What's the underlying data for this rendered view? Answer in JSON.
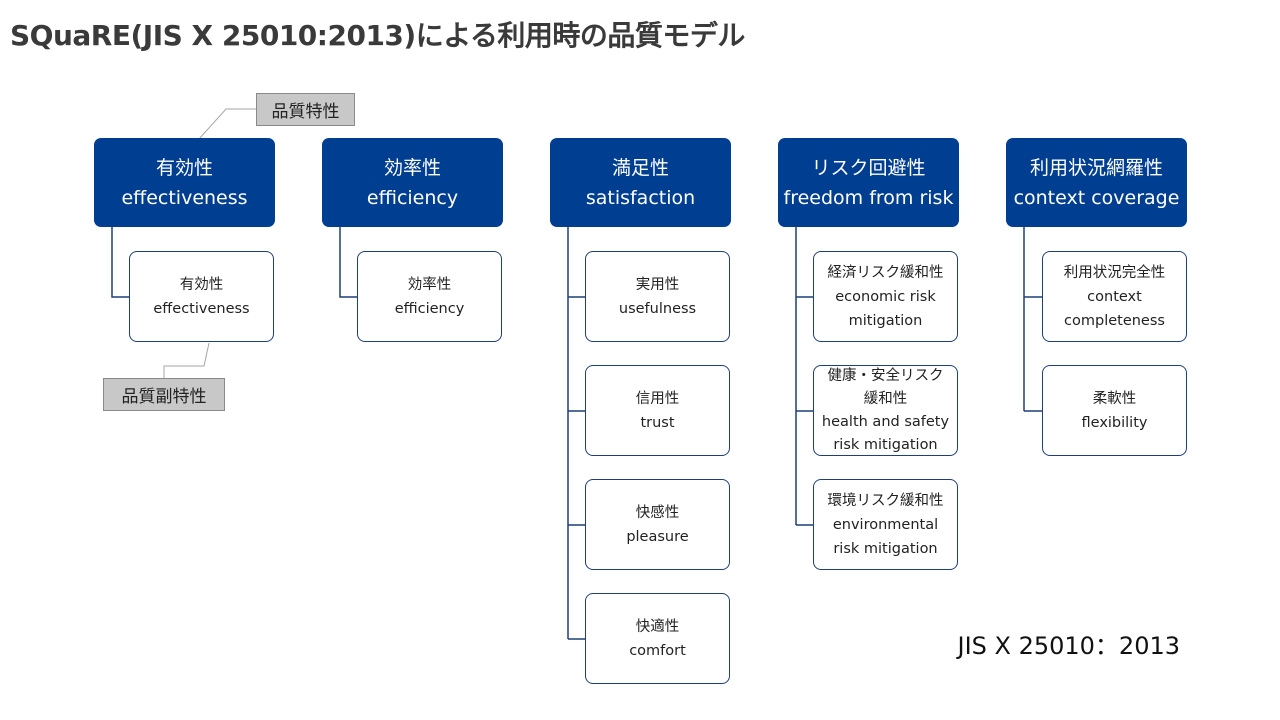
{
  "title": "SQuaRE(JIS X 25010:2013)による利用時の品質モデル",
  "callouts": {
    "characteristic": "品質特性",
    "subcharacteristic": "品質副特性"
  },
  "categories": [
    {
      "ja": "有効性",
      "en": "effectiveness",
      "subs": [
        {
          "ja": "有効性",
          "en": "effectiveness"
        }
      ]
    },
    {
      "ja": "効率性",
      "en": "efficiency",
      "subs": [
        {
          "ja": "効率性",
          "en": "efficiency"
        }
      ]
    },
    {
      "ja": "満足性",
      "en": "satisfaction",
      "subs": [
        {
          "ja": "実用性",
          "en": "usefulness"
        },
        {
          "ja": "信用性",
          "en": "trust"
        },
        {
          "ja": "快感性",
          "en": "pleasure"
        },
        {
          "ja": "快適性",
          "en": "comfort"
        }
      ]
    },
    {
      "ja": "リスク回避性",
      "en": "freedom from risk",
      "subs": [
        {
          "ja": "経済リスク緩和性",
          "en1": "economic risk",
          "en2": "mitigation"
        },
        {
          "ja1": "健康・安全リスク",
          "ja2": "緩和性",
          "en1": "health and safety",
          "en2": "risk mitigation"
        },
        {
          "ja": "環境リスク緩和性",
          "en1": "environmental",
          "en2": "risk mitigation"
        }
      ]
    },
    {
      "ja": "利用状況網羅性",
      "en": "context coverage",
      "subs": [
        {
          "ja": "利用状況完全性",
          "en1": "context",
          "en2": "completeness"
        },
        {
          "ja": "柔軟性",
          "en": "flexibility"
        }
      ]
    }
  ],
  "standard": "JIS X 25010：2013",
  "colors": {
    "category_fill": "#003e92",
    "sub_border": "#1f3f78",
    "connector": "#1f3f78",
    "callout_fill": "#c8c8c8"
  }
}
